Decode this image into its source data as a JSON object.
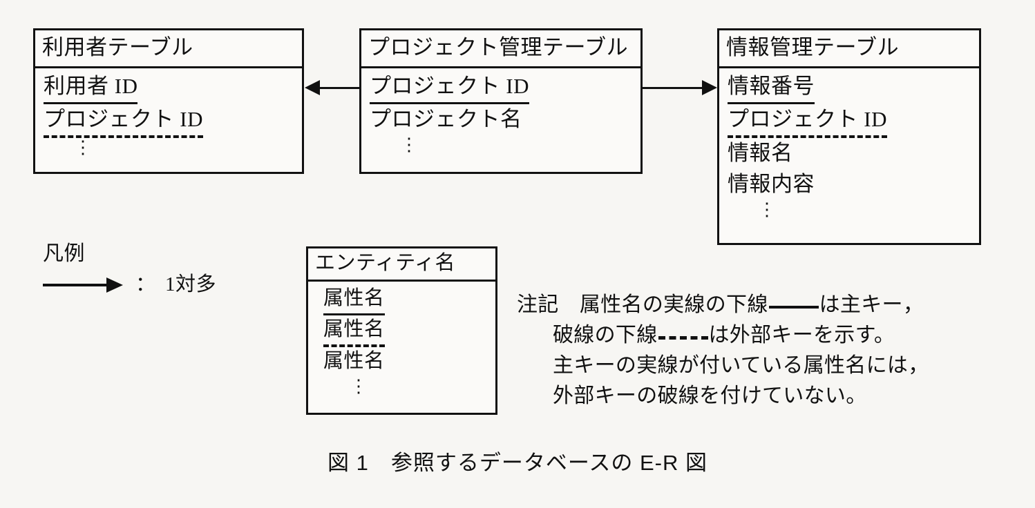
{
  "diagram": {
    "caption": "図 1　参照するデータベースの E-R 図",
    "entities": [
      {
        "id": "user-table",
        "name": "利用者テーブル",
        "attributes": [
          {
            "label": "利用者 ID",
            "key": "primary"
          },
          {
            "label": "プロジェクト ID",
            "key": "foreign"
          },
          {
            "label": "⋮",
            "key": "none"
          }
        ]
      },
      {
        "id": "project-management-table",
        "name": "プロジェクト管理テーブル",
        "attributes": [
          {
            "label": "プロジェクト ID",
            "key": "primary"
          },
          {
            "label": "プロジェクト名",
            "key": "none"
          },
          {
            "label": "⋮",
            "key": "none"
          }
        ]
      },
      {
        "id": "information-management-table",
        "name": "情報管理テーブル",
        "attributes": [
          {
            "label": "情報番号",
            "key": "primary"
          },
          {
            "label": "プロジェクト ID",
            "key": "foreign"
          },
          {
            "label": "情報名",
            "key": "none"
          },
          {
            "label": "情報内容",
            "key": "none"
          },
          {
            "label": "⋮",
            "key": "none"
          }
        ]
      }
    ],
    "relationships": [
      {
        "id": "project-to-user",
        "from": "project-management-table",
        "to": "user-table",
        "direction": "left",
        "cardinality": "1対多"
      },
      {
        "id": "project-to-information",
        "from": "project-management-table",
        "to": "information-management-table",
        "direction": "right",
        "cardinality": "1対多"
      }
    ]
  },
  "legend": {
    "title": "凡例",
    "separator": "：",
    "arrow_meaning": "1対多",
    "example_entity": {
      "name": "エンティティ名",
      "attributes": [
        {
          "label": "属性名",
          "key": "primary"
        },
        {
          "label": "属性名",
          "key": "foreign"
        },
        {
          "label": "属性名",
          "key": "none"
        },
        {
          "label": "⋮",
          "key": "none"
        }
      ]
    }
  },
  "note": {
    "label": "注記",
    "line1_before": "属性名の実線の下線",
    "line1_after": "は主キー，",
    "line2_before": "破線の下線",
    "line2_after": "は外部キーを示す。",
    "line3": "主キーの実線が付いている属性名には，",
    "line4": "外部キーの破線を付けていない。"
  },
  "colors": {
    "background": "#f7f6f3",
    "ink": "#111111",
    "box_fill": "#fbfaf8"
  }
}
